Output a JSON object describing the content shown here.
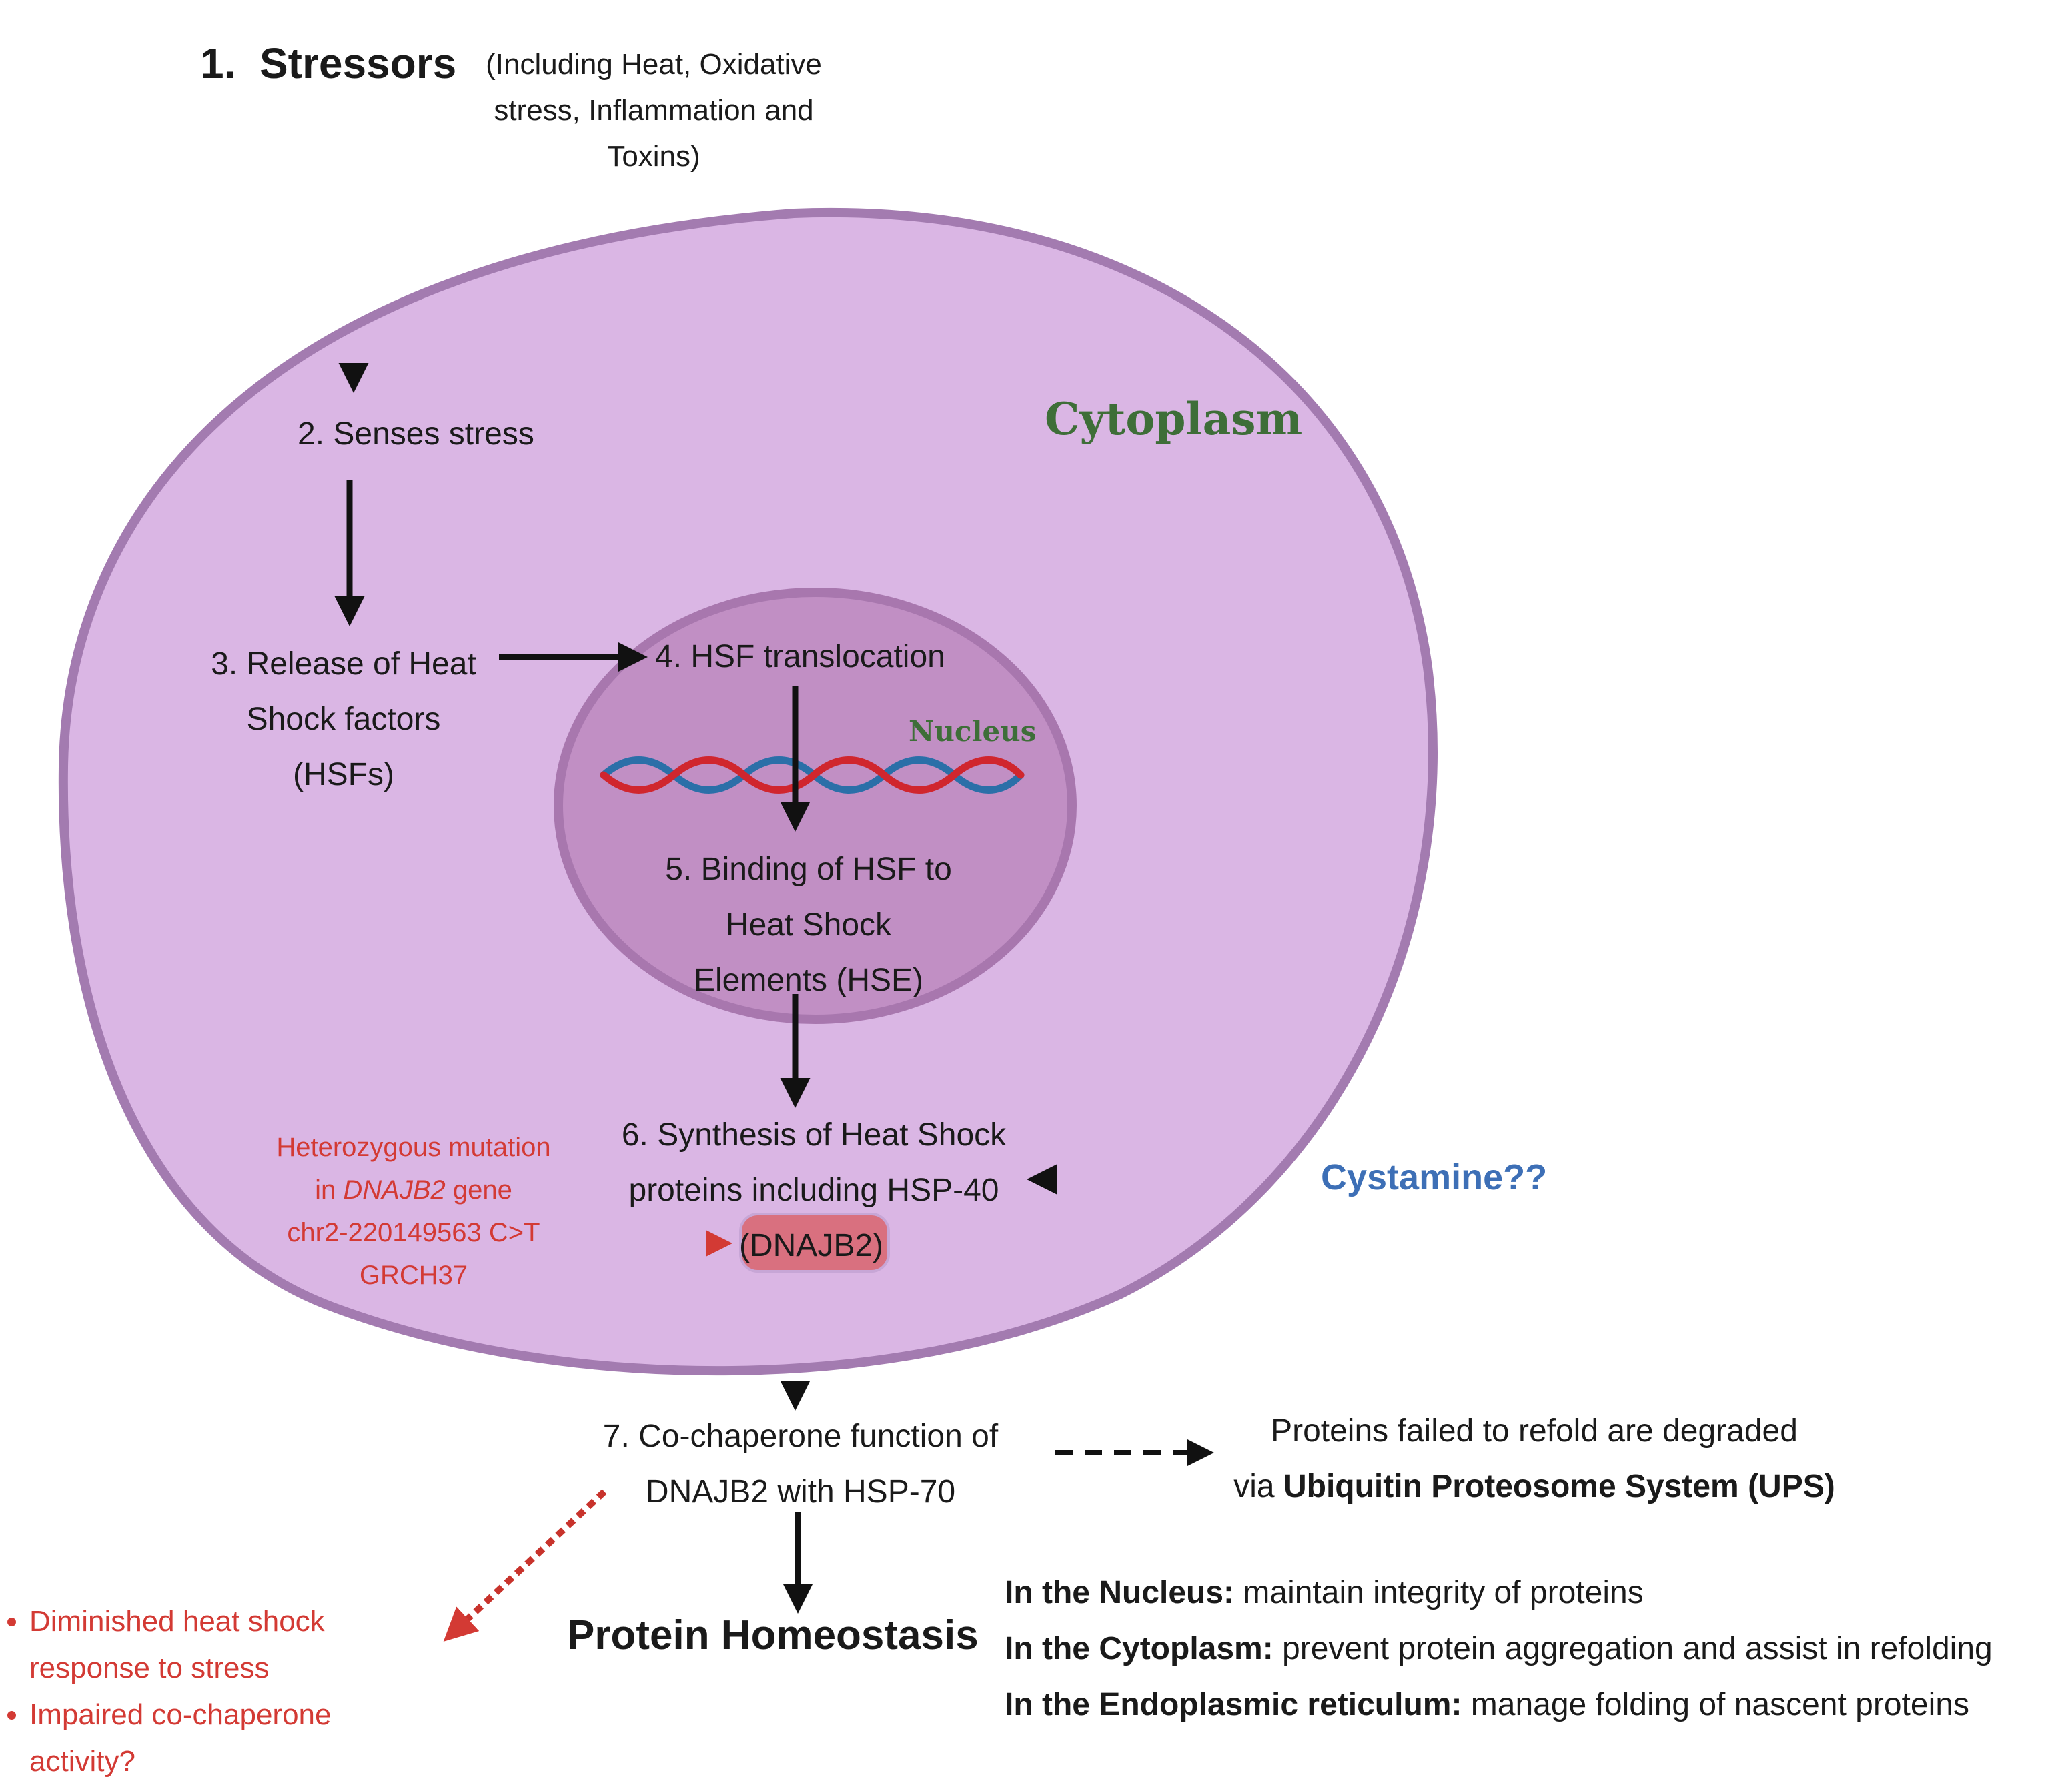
{
  "step1": {
    "number": "1.",
    "title": "Stressors",
    "detail_lines": [
      "(Including Heat, Oxidative",
      "stress, Inflammation and",
      "Toxins)"
    ]
  },
  "step2": "2. Senses stress",
  "step3": [
    "3. Release of Heat",
    "Shock factors",
    "(HSFs)"
  ],
  "step4": "4. HSF translocation",
  "step5": [
    "5. Binding of HSF to",
    "Heat Shock",
    "Elements (HSE)"
  ],
  "step6": [
    "6. Synthesis of Heat Shock",
    "proteins including HSP-40",
    "(DNAJB2)"
  ],
  "step7": [
    "7. Co-chaperone function of",
    "DNAJB2 with HSP-70"
  ],
  "labels": {
    "cytoplasm": "Cytoplasm",
    "nucleus": "Nucleus"
  },
  "mutation": {
    "line1": "Heterozygous mutation",
    "line2_prefix": "in ",
    "line2_gene": "DNAJB2",
    "line2_suffix": " gene",
    "line3": "chr2-220149563 C>T",
    "line4": "GRCH37"
  },
  "cystamine": "Cystamine??",
  "ups": {
    "line1": "Proteins failed to refold are degraded",
    "line2_prefix": "via ",
    "line2_bold": "Ubiquitin Proteosome System (UPS)"
  },
  "homeostasis": {
    "title": "Protein Homeostasis",
    "items": [
      {
        "location": "In the Nucleus:",
        "text": " maintain integrity of proteins"
      },
      {
        "location": "In the Cytoplasm:",
        "text": " prevent protein aggregation and assist in refolding"
      },
      {
        "location": "In the Endoplasmic reticulum:",
        "text": " manage folding of nascent proteins"
      }
    ]
  },
  "effects": [
    "Diminished heat shock response to stress",
    "Impaired co-chaperone activity?"
  ],
  "colors": {
    "cell_fill": "#dab6e4",
    "cell_border": "#a37bb0",
    "nucleus_fill": "#c18fc4",
    "nucleus_border": "#a877ae",
    "cytoplasm_label": "#3e6e38",
    "mutation_red": "#d33a34",
    "cystamine_blue": "#3d6fb6",
    "dna_red": "#d0262e",
    "dna_blue": "#2b6fa8"
  }
}
